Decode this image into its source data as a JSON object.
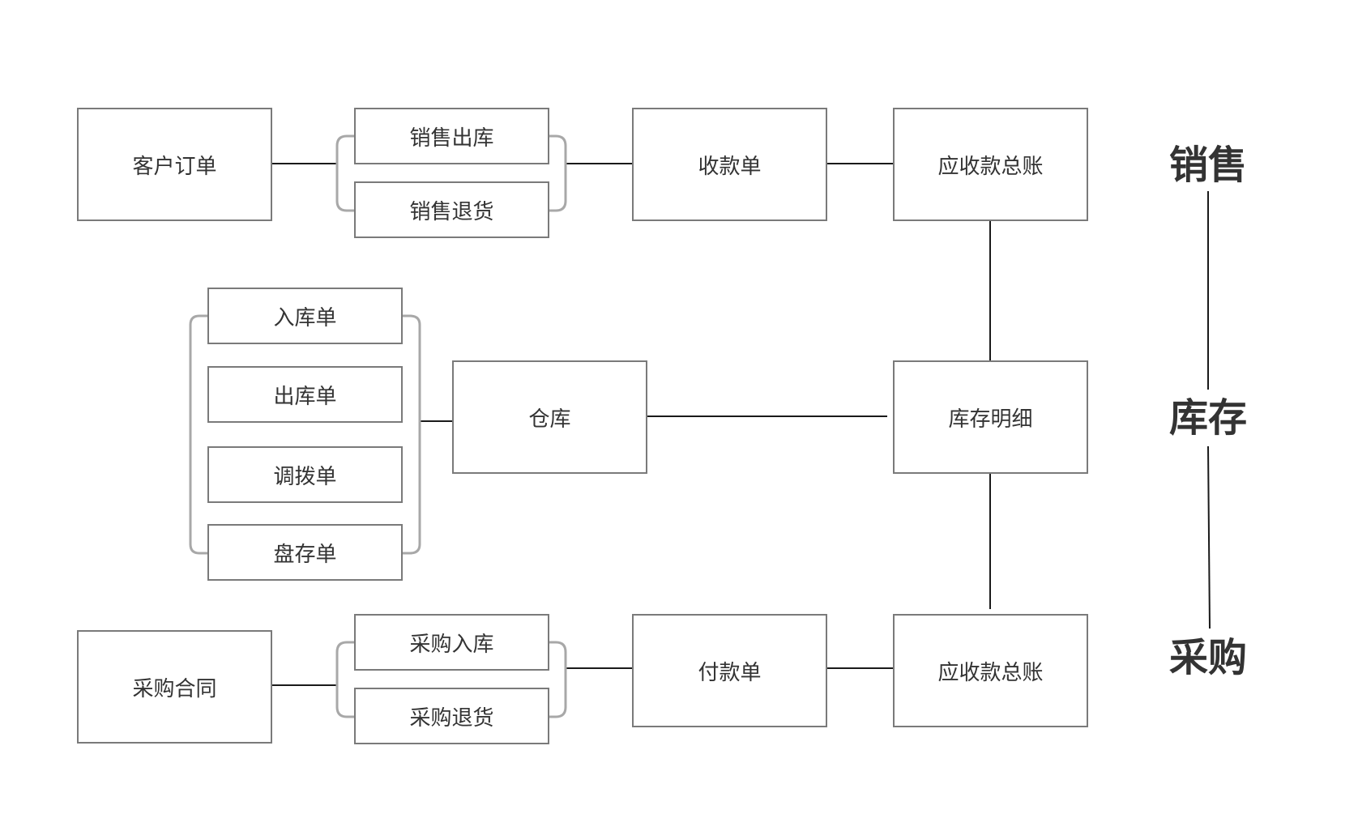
{
  "sales": {
    "customer_order": "客户订单",
    "sales_outbound": "销售出库",
    "sales_return": "销售退货",
    "receipt": "收款单",
    "ar_ledger": "应收款总账"
  },
  "inventory": {
    "inbound_doc": "入库单",
    "outbound_doc": "出库单",
    "transfer_doc": "调拨单",
    "stocktake_doc": "盘存单",
    "warehouse": "仓库",
    "inventory_detail": "库存明细"
  },
  "purchase": {
    "purchase_contract": "采购合同",
    "purchase_inbound": "采购入库",
    "purchase_return": "采购退货",
    "payment": "付款单",
    "ar_ledger": "应收款总账"
  },
  "sections": {
    "sales": "销售",
    "inventory": "库存",
    "purchase": "采购"
  },
  "colors": {
    "box_border": "#7a7a7a",
    "bracket": "#a8a8a8",
    "connector": "#1a1a1a",
    "text": "#333333"
  }
}
